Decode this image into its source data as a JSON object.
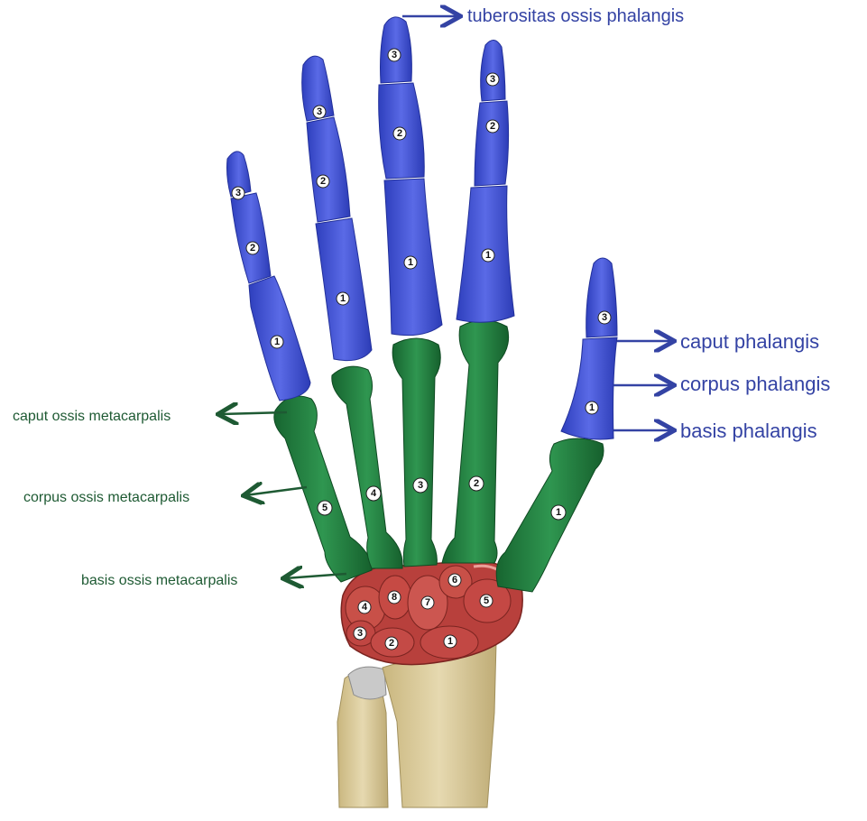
{
  "colors": {
    "phalanx": "#3a4ed0",
    "phalanx_light": "#6f7ff0",
    "metacarpal": "#1f7a3c",
    "metacarpal_light": "#3fa35e",
    "carpal": "#b8403c",
    "carpal_light": "#e07a70",
    "forearm": "#d8c89a",
    "forearm_shade": "#b9a774",
    "label_blue": "#3443a4",
    "label_green": "#1e5a33"
  },
  "labels": {
    "tuberositas": "tuberositas ossis phalangis",
    "caput_phalangis": "caput phalangis",
    "corpus_phalangis": "corpus phalangis",
    "basis_phalangis": "basis phalangis",
    "caput_metacarpalis": "caput ossis metacarpalis",
    "corpus_metacarpalis": "corpus ossis metacarpalis",
    "basis_metacarpalis": "basis ossis metacarpalis"
  },
  "numbers": {
    "one": "1",
    "two": "2",
    "three": "3",
    "four": "4",
    "five": "5",
    "six": "6",
    "seven": "7",
    "eight": "8"
  }
}
